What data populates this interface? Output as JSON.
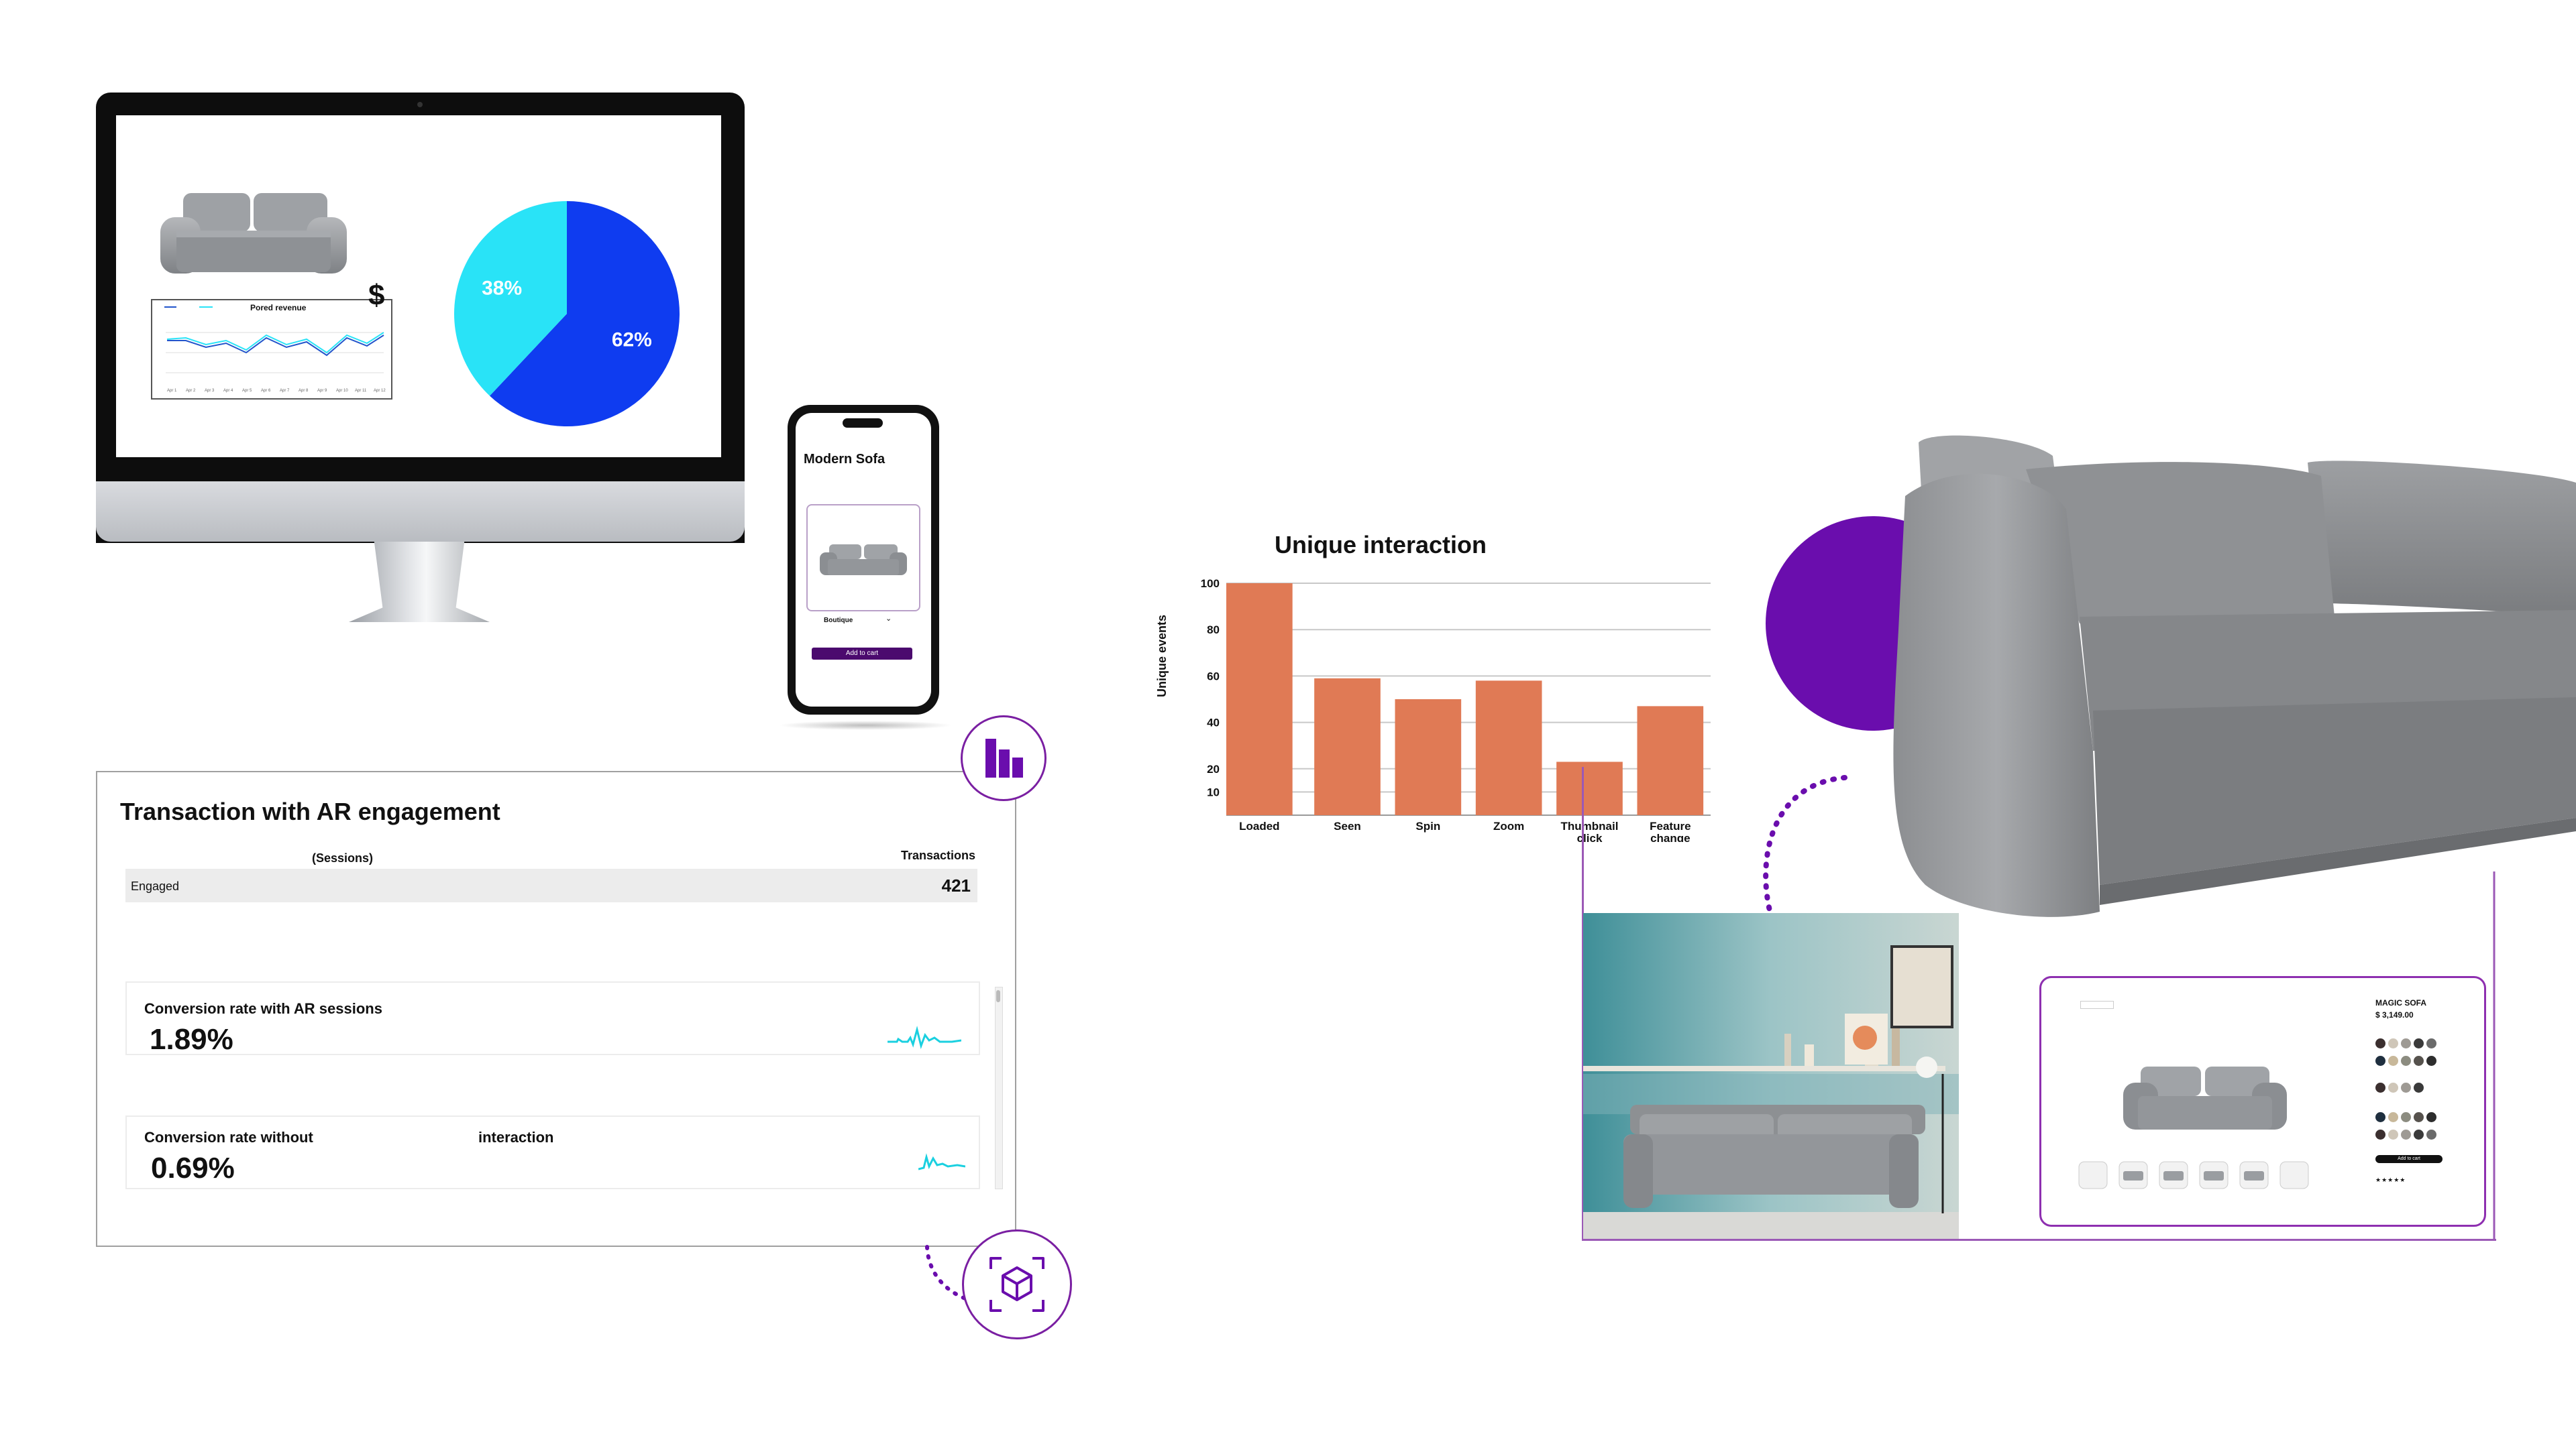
{
  "monitor": {
    "revenue_title": "Pored revenue",
    "currency_symbol": "$",
    "pie": {
      "slices": [
        {
          "label": "38%",
          "value": 38,
          "color": "#29e3f7"
        },
        {
          "label": "62%",
          "value": 62,
          "color": "#0f3cf0"
        }
      ]
    }
  },
  "phone": {
    "title": "Modern Sofa",
    "select_value": "Boutique",
    "add_to_cart": "Add to cart",
    "accent": "#4b0a6e"
  },
  "transaction_panel": {
    "title": "Transaction with AR engagement",
    "col_sessions": "(Sessions)",
    "col_transactions": "Transactions",
    "row_label": "Engaged",
    "row_value": "421",
    "card1": {
      "label": "Conversion rate with AR sessions",
      "value": "1.89%"
    },
    "card2": {
      "label": "Conversion rate without",
      "label_suffix": "interaction",
      "value": "0.69%"
    },
    "sparkline_color": "#1ad0e0",
    "icons": [
      "bar-chart-icon",
      "ar-cube-icon"
    ]
  },
  "chart_data": {
    "type": "bar",
    "title": "Unique interaction",
    "ylabel": "Unique events",
    "xlabel": "",
    "categories": [
      "Loaded",
      "Seen",
      "Spin",
      "Zoom",
      "Thumbnail click",
      "Feature change"
    ],
    "values": [
      100,
      59,
      50,
      58,
      23,
      47
    ],
    "yticks": [
      10,
      20,
      40,
      60,
      80,
      100
    ],
    "ylim": [
      0,
      100
    ],
    "bar_color": "#e07a55",
    "grid": true
  },
  "product_card": {
    "name": "MAGIC SOFA",
    "price": "$ 3,149.00",
    "add_to_cart": "Add to cart",
    "swatches": [
      "#3b2f2f",
      "#cfc6b8",
      "#9e9a94",
      "#3a3a3a",
      "#6b6b6b",
      "#1f2f3f",
      "#c8b89a",
      "#8c8c80",
      "#56524d",
      "#2d2d2d"
    ]
  },
  "accent_purple": "#6a0dad"
}
